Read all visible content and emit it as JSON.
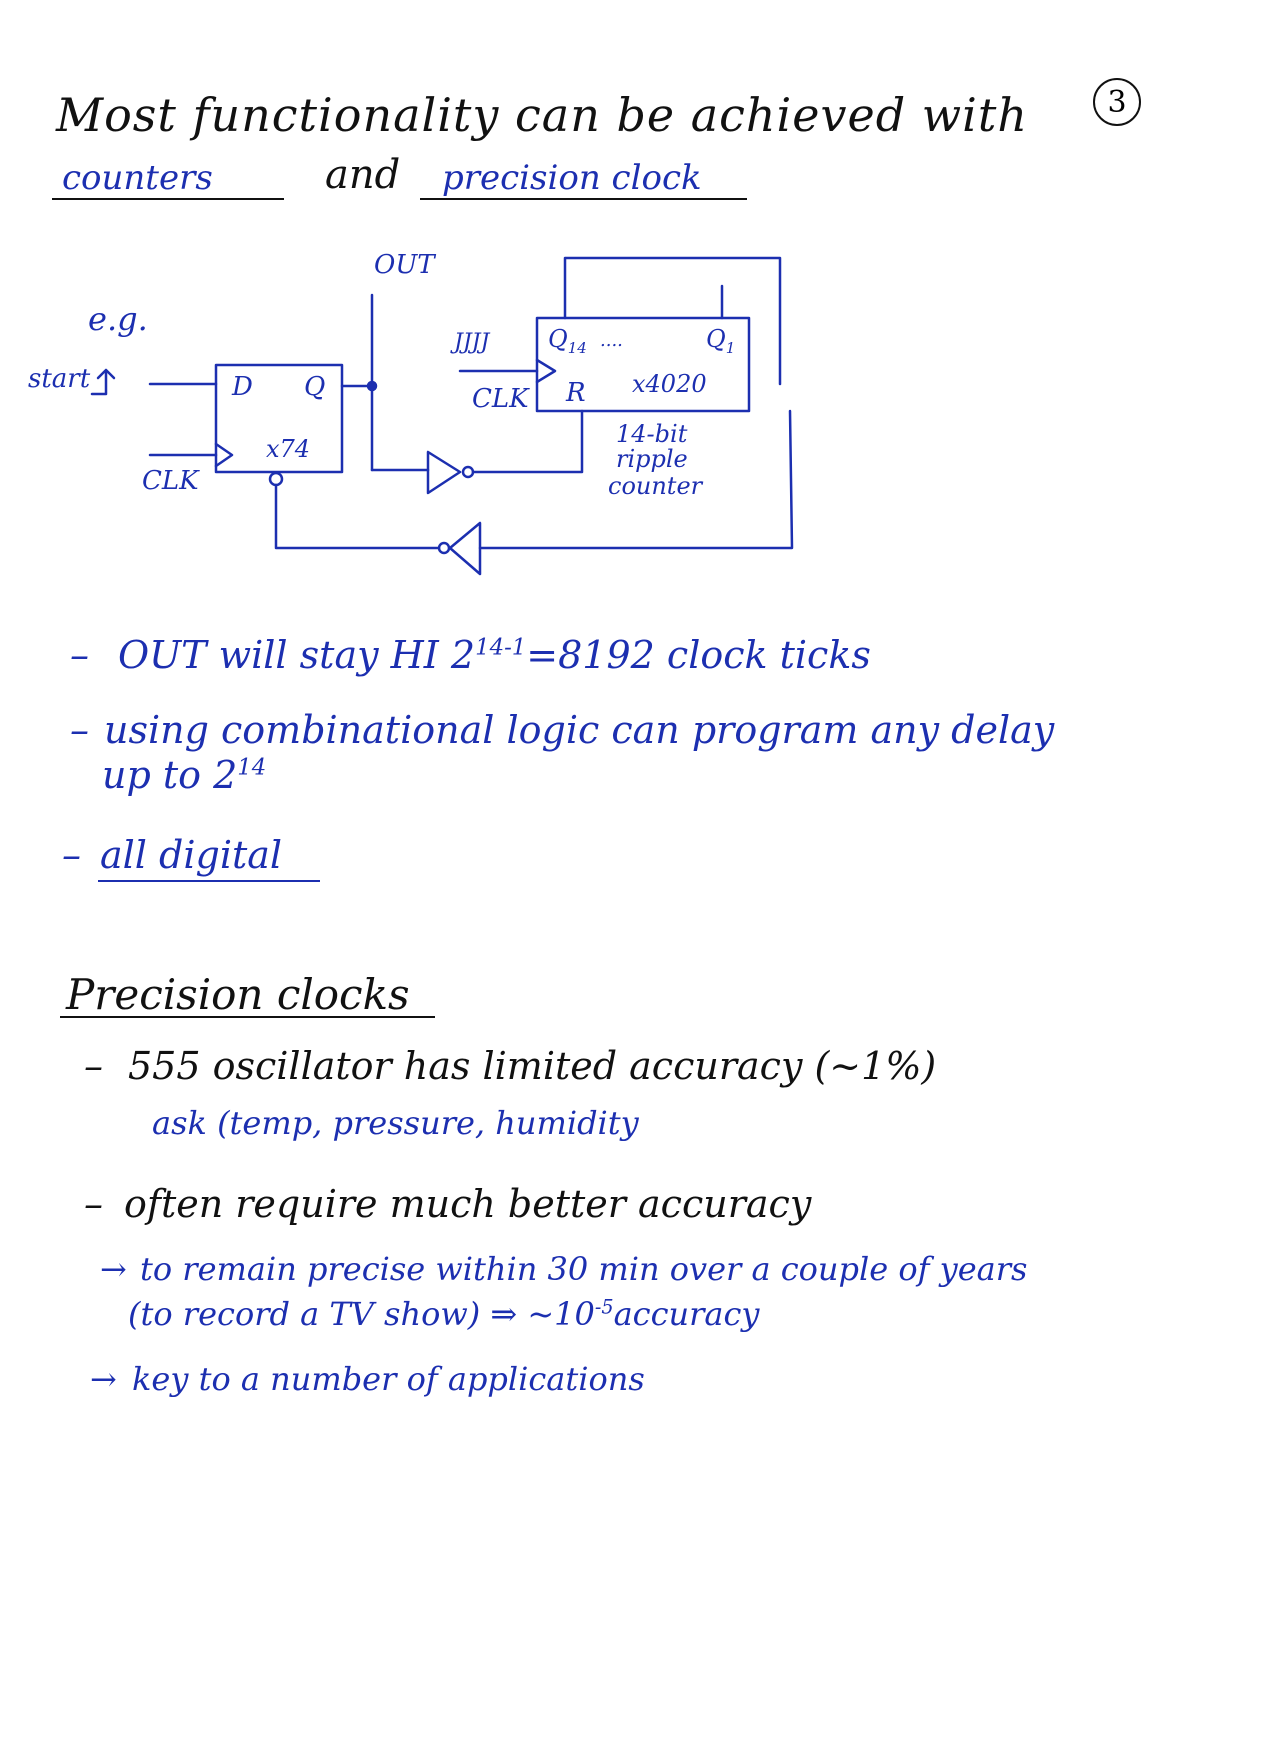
{
  "page_number": "3",
  "intro": {
    "line1": "Most functionality can be achieved with",
    "counters": "counters",
    "and": "and",
    "precision_clock": "precision clock"
  },
  "diagram": {
    "eg": "e.g.",
    "start": "start",
    "clk_left": "CLK",
    "ff_d": "D",
    "ff_q": "Q",
    "ff_name": "x74",
    "out": "OUT",
    "clk_wave": "ЈЈЈЈ",
    "clk_right": "CLK",
    "q14": "Q",
    "q14_sub": "14",
    "dots": "....",
    "q1": "Q",
    "q1_sub": "1",
    "r": "R",
    "counter_name": "x4020",
    "desc1": "14-bit",
    "desc2": "ripple",
    "desc3": "counter"
  },
  "bullets": {
    "b1_pre": "OUT will stay HI 2",
    "b1_sup": "14-1",
    "b1_post": "=8192 clock ticks",
    "b2_line1": "using combinational logic can program any delay",
    "b2_line2": "up to 2",
    "b2_sup": "14",
    "b3": "all digital"
  },
  "section2": {
    "heading": "Precision clocks",
    "p1_line1": "555 oscillator has limited accuracy (~1%)",
    "p1_line2": "ask (temp, pressure, humidity",
    "p2_line1": "often require much better accuracy",
    "p2_sub1_line1": "to remain precise within 30 min over a couple of years",
    "p2_sub1_line2_pre": "(to record a TV show)  ⇒  ~10",
    "p2_sub1_sup": "-5",
    "p2_sub1_line2_post": "accuracy",
    "p2_sub2": "key to a number of applications",
    "dash": "–",
    "arrow": "→"
  },
  "colors": {
    "black_ink": "#111111",
    "blue_ink": "#1c2fb0"
  }
}
